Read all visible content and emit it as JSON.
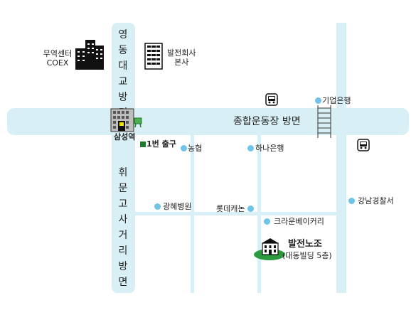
{
  "roads": {
    "main_horizontal_label": "종합운동장 방면",
    "top_vertical_label": [
      "영",
      "동",
      "대",
      "교",
      "방",
      "면"
    ],
    "bottom_vertical_label": [
      "휘",
      "문",
      "고",
      "사",
      "거",
      "리",
      "방",
      "면"
    ]
  },
  "landmarks": {
    "coex": {
      "line1": "무역센터",
      "line2": "COEX"
    },
    "power_hq": {
      "line1": "발전회사",
      "line2": "본사"
    },
    "station": "삼성역",
    "exit": "1번 출구"
  },
  "pois": [
    {
      "id": "ibk",
      "label": "기업은행"
    },
    {
      "id": "nonghyup",
      "label": "농협"
    },
    {
      "id": "hana",
      "label": "하나은행"
    },
    {
      "id": "gangnam-police",
      "label": "강남경찰서"
    },
    {
      "id": "gwanghye",
      "label": "광혜병원"
    },
    {
      "id": "lotte-canon",
      "label": "롯데캐논"
    },
    {
      "id": "crown-bakery",
      "label": "크라운베이커리"
    }
  ],
  "destination": {
    "name": "발전노조",
    "detail": "(대동빌딩 5층)"
  },
  "colors": {
    "road": "#d8f0f5",
    "poi_dot": "#6fc4ea",
    "exit_marker": "#1d7a2a",
    "destination_ellipse": "#2a9a3c"
  }
}
